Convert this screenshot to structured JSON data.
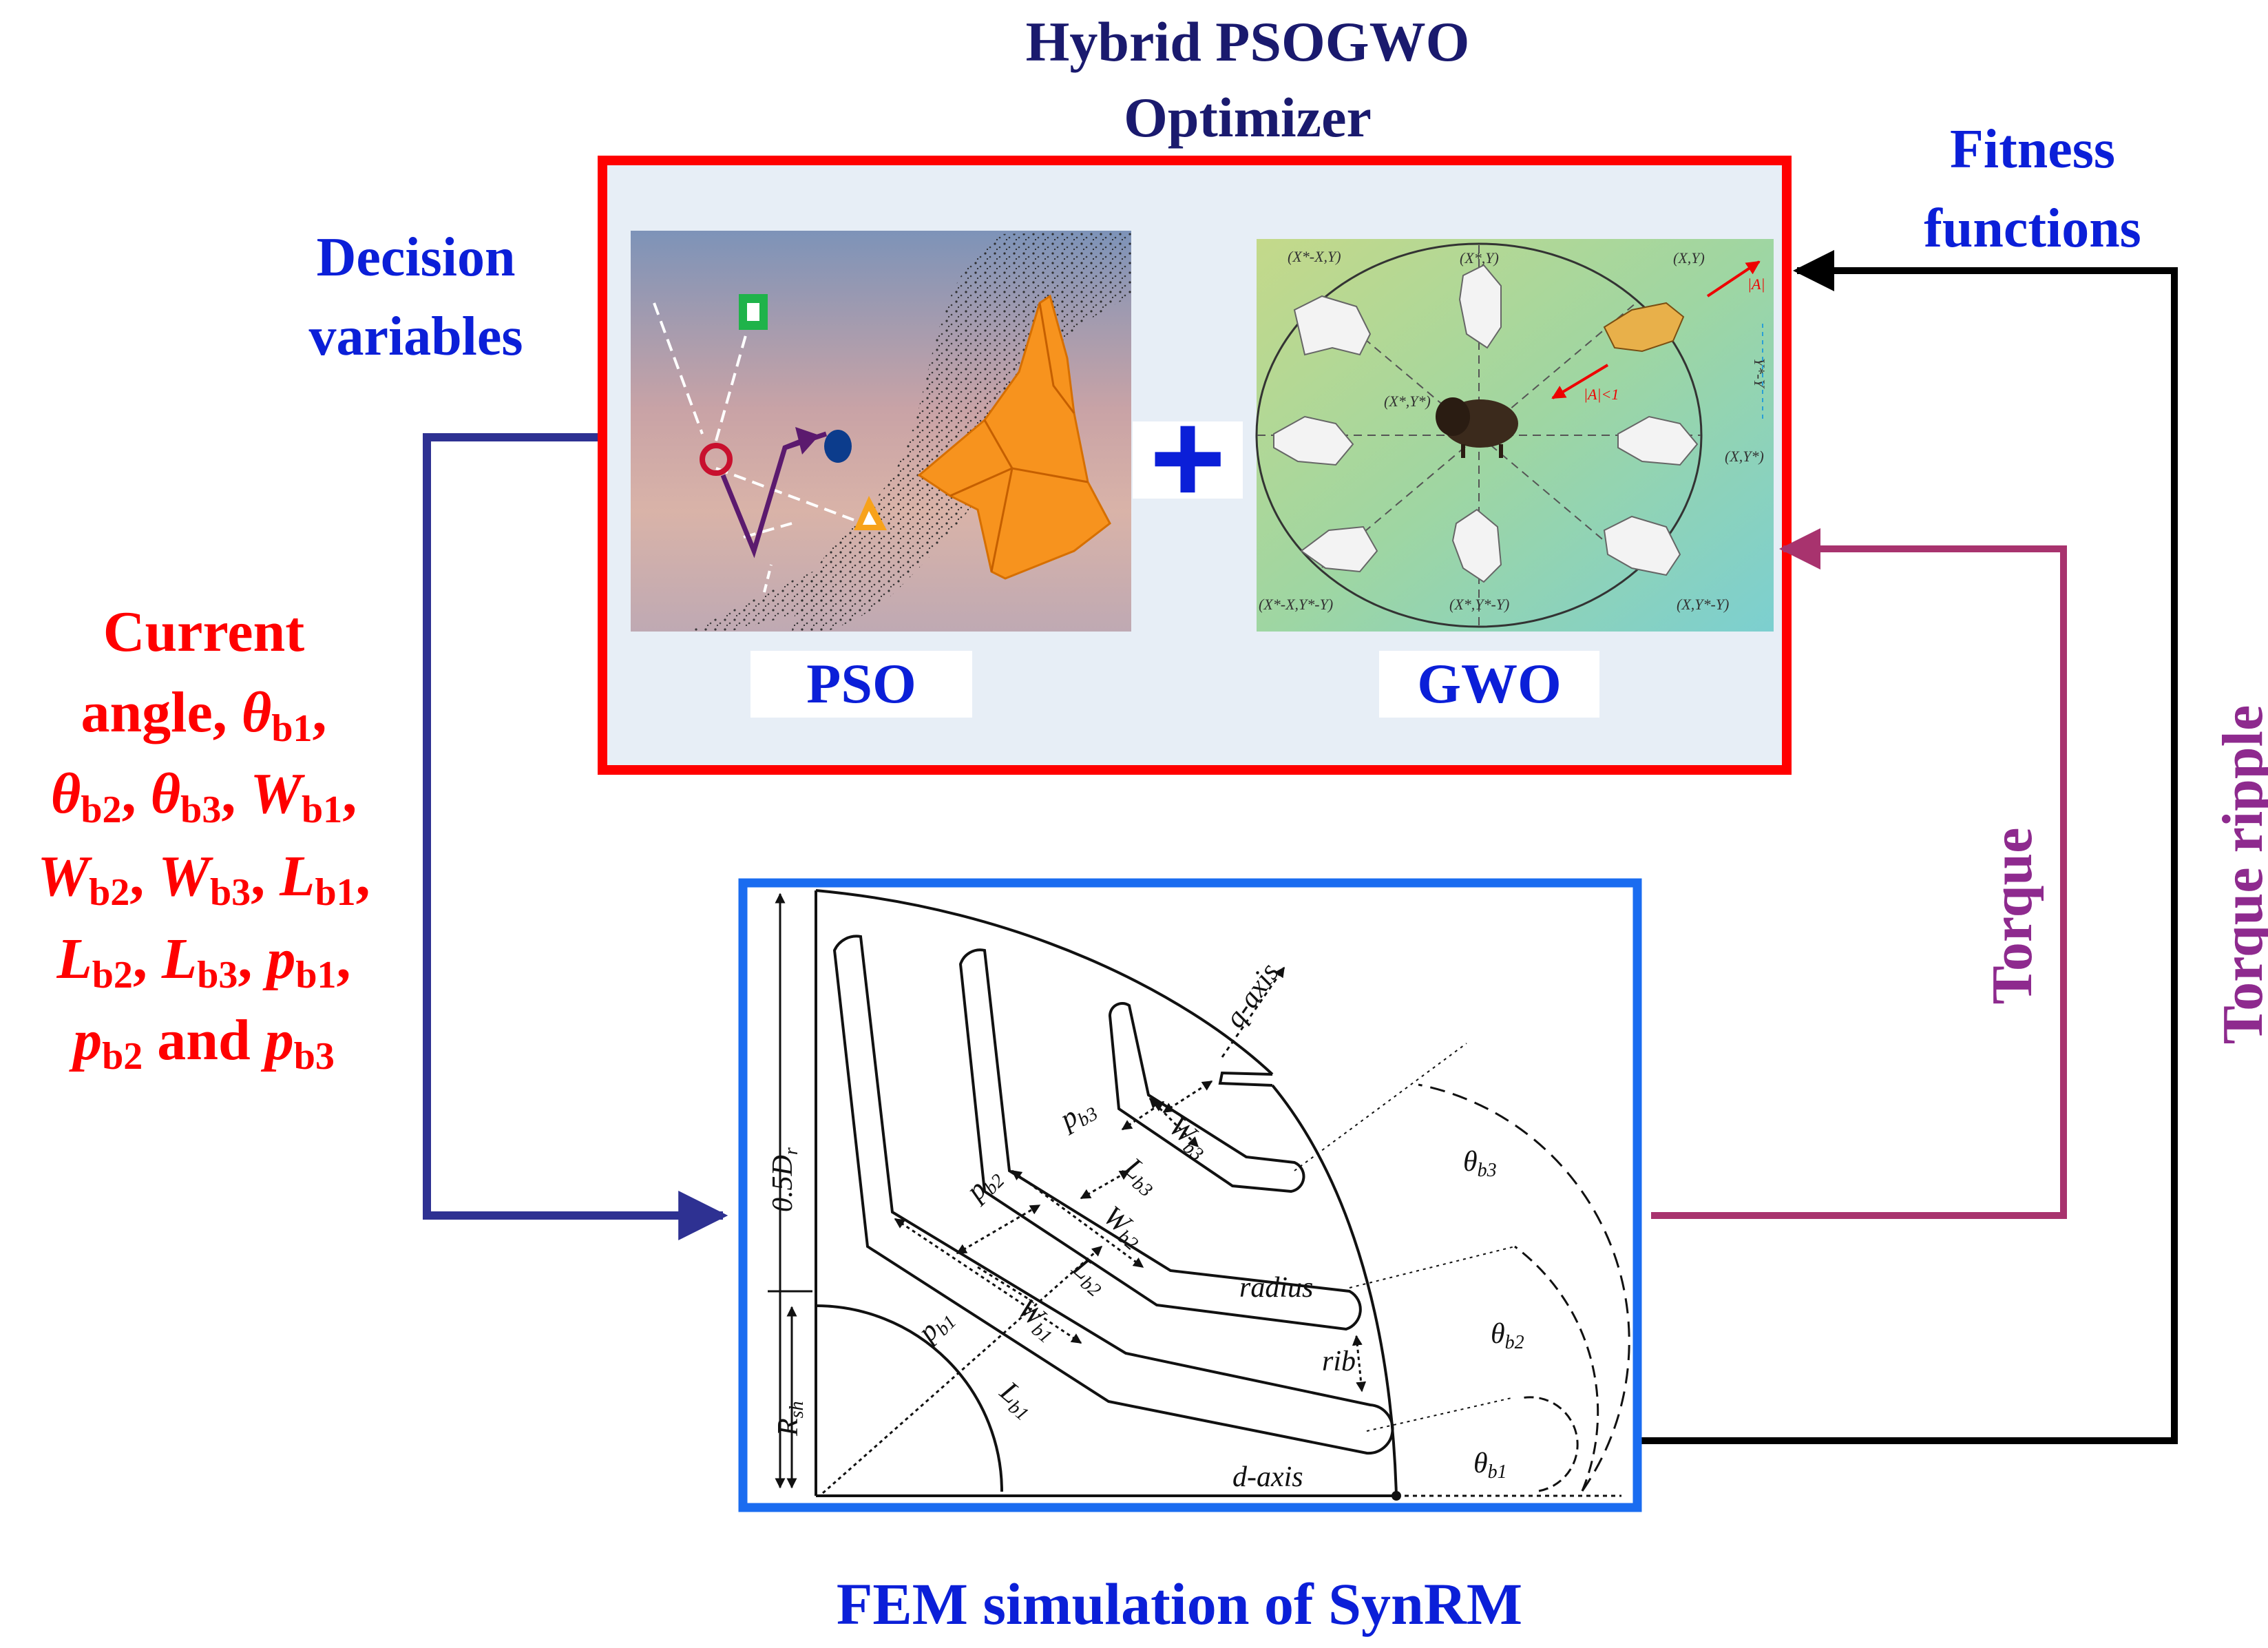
{
  "title": {
    "line1": "Hybrid PSOGWO",
    "line2": "Optimizer"
  },
  "left_label": {
    "line1": "Decision",
    "line2": "variables"
  },
  "right_label": {
    "line1": "Fitness",
    "line2": "functions"
  },
  "variables": {
    "current_prefix": "Current",
    "angle_prefix": "angle, ",
    "and_word": " and ",
    "theta": "θ",
    "W": "W",
    "L": "L",
    "p": "p",
    "sub_b1": "b1",
    "sub_b2": "b2",
    "sub_b3": "b3",
    "sep": ", "
  },
  "pso": {
    "label": "PSO"
  },
  "gwo": {
    "label": "GWO",
    "coords": [
      "(X*-X,Y)",
      "(X*,Y)",
      "(X,Y)",
      "(X*,Y*)",
      "(X,Y*)",
      "(X*-X,Y*-Y)",
      "(X*,Y*-Y)",
      "(X,Y*-Y)"
    ],
    "a_label": "|A|",
    "a_lt1": "|A|<1",
    "y_side": "Y*-Y"
  },
  "plus": "+",
  "torque_label": "Torque",
  "ripple_label": "Torque ripple",
  "fem_caption": "FEM simulation of SynRM",
  "rotor": {
    "q_axis": "q-axis",
    "d_axis": "d-axis",
    "radius": "radius",
    "rib": "rib",
    "half_d": "0.5D",
    "half_d_sub": "r",
    "rsh": "R",
    "rsh_sub": "sh",
    "p_b1": "p",
    "p_b1_sub": "b1",
    "p_b2": "p",
    "p_b2_sub": "b2",
    "p_b3": "p",
    "p_b3_sub": "b3",
    "w_b1": "W",
    "w_b1_sub": "b1",
    "w_b2": "W",
    "w_b2_sub": "b2",
    "w_b3": "W",
    "w_b3_sub": "b3",
    "l_b1": "L",
    "l_b1_sub": "b1",
    "l_b2": "L",
    "l_b2_sub": "b2",
    "l_b3": "L",
    "l_b3_sub": "b3",
    "theta_b1": "θ",
    "theta_b1_sub": "b1",
    "theta_b2": "θ",
    "theta_b2_sub": "b2",
    "theta_b3": "θ",
    "theta_b3_sub": "b3"
  },
  "colors": {
    "optimizer_border": "#ff0000",
    "fem_border": "#1a6cf0",
    "decision_arrow": "#2e3192",
    "torque_arrow": "#a8336e",
    "ripple_arrow": "#000000",
    "text_blue": "#0b1fd8",
    "text_red": "#ff0000",
    "text_purple": "#8e2a8e"
  }
}
